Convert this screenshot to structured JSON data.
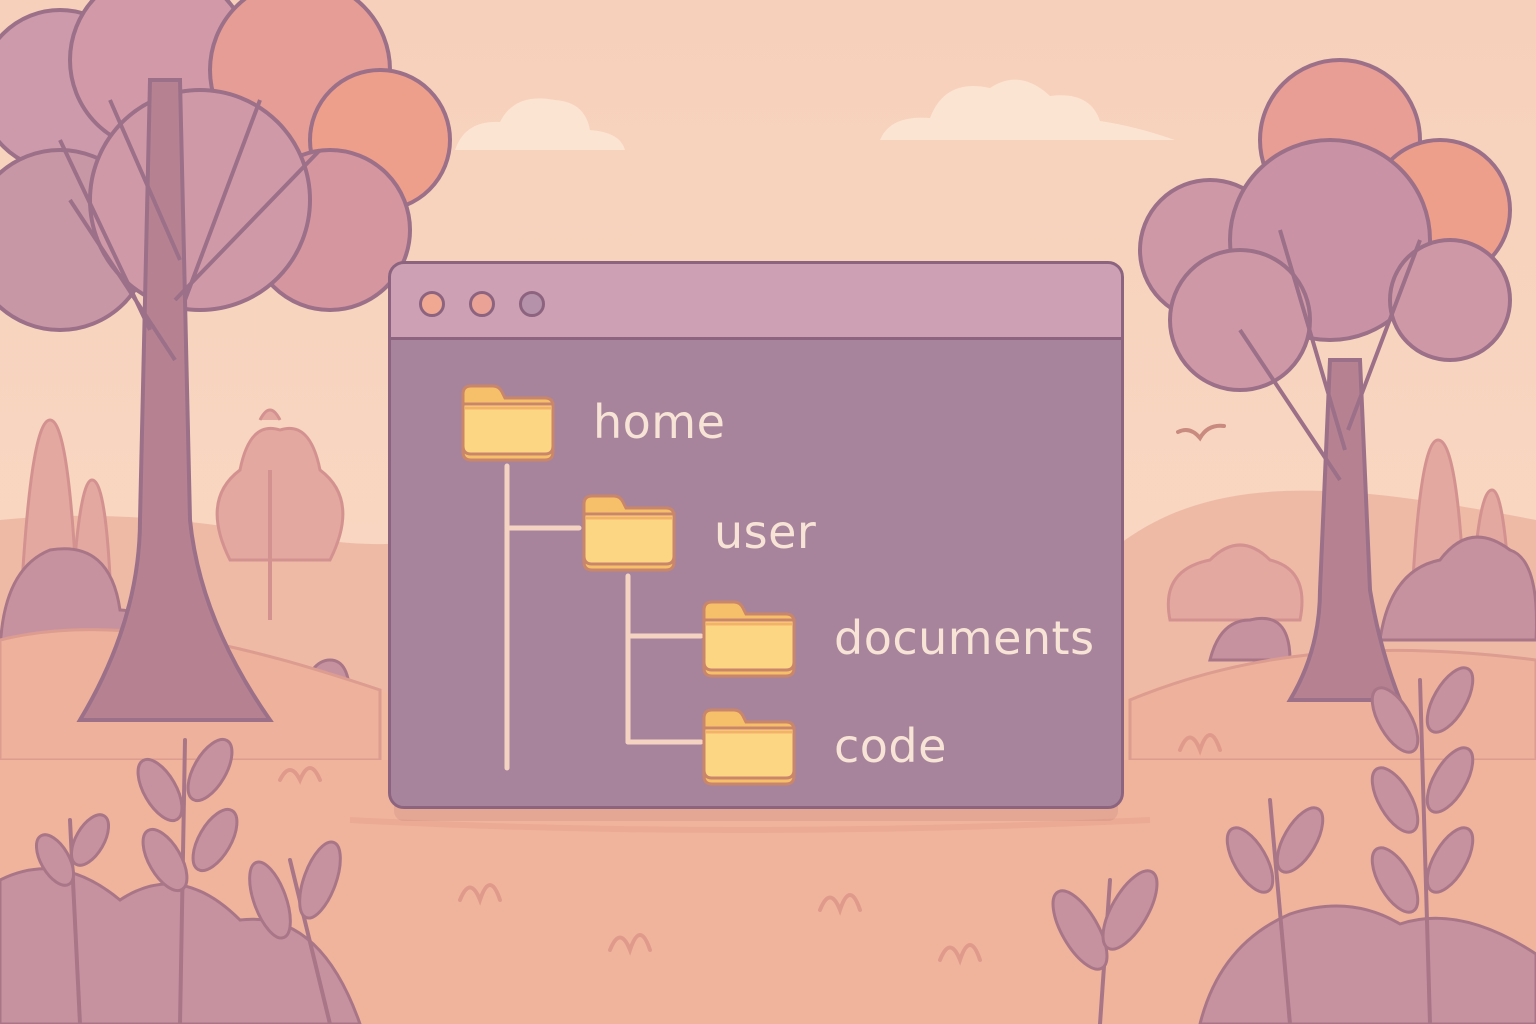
{
  "window": {
    "controls": [
      {
        "name": "close-button",
        "color": "#f0a892"
      },
      {
        "name": "minimize-button",
        "color": "#e9a295"
      },
      {
        "name": "maximize-button",
        "color": "#b592aa"
      }
    ]
  },
  "tree": {
    "nodes": [
      {
        "id": "home",
        "label": "home",
        "depth": 0,
        "icon": "folder-icon"
      },
      {
        "id": "user",
        "label": "user",
        "depth": 1,
        "icon": "folder-icon"
      },
      {
        "id": "documents",
        "label": "documents",
        "depth": 2,
        "icon": "folder-icon"
      },
      {
        "id": "code",
        "label": "code",
        "depth": 2,
        "icon": "folder-icon"
      }
    ]
  },
  "colors": {
    "sky": "#f7d4bd",
    "window_body": "#a7849c",
    "title_bar": "#cda0b3",
    "folder": "#fbd27c",
    "label_text": "#f8e4d6"
  }
}
